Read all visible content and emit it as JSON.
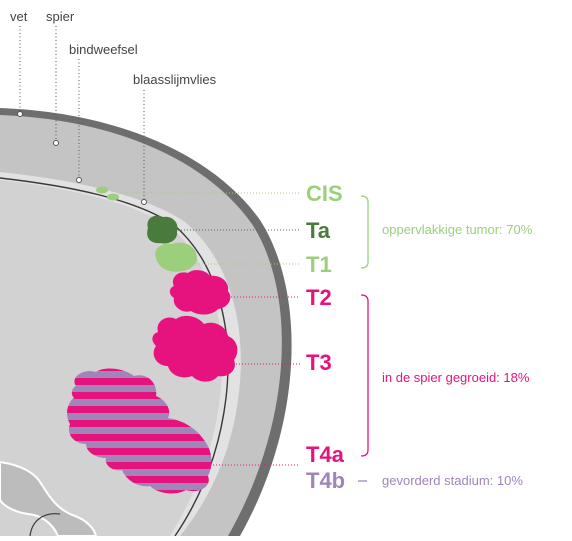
{
  "layers": {
    "vet": "vet",
    "spier": "spier",
    "bindweefsel": "bindweefsel",
    "blaasslijmvlies": "blaasslijmvlies"
  },
  "stages": {
    "cis": "CIS",
    "ta": "Ta",
    "t1": "T1",
    "t2": "T2",
    "t3": "T3",
    "t4a": "T4a",
    "t4b": "T4b"
  },
  "groups": {
    "superficial": "oppervlakkige tumor: 70%",
    "muscle_invasive": "in de spier gegroeid: 18%",
    "advanced": "gevorderd stadium: 10%"
  },
  "colors": {
    "light_green": "#9ccf7c",
    "dark_green": "#4a7a3c",
    "magenta": "#e6127e",
    "purple": "#a085b8",
    "outer_wall": "#6e6e6e",
    "muscle": "#c4c4c4",
    "connective": "#e2e2e2",
    "lumen": "#d2d2d2"
  }
}
